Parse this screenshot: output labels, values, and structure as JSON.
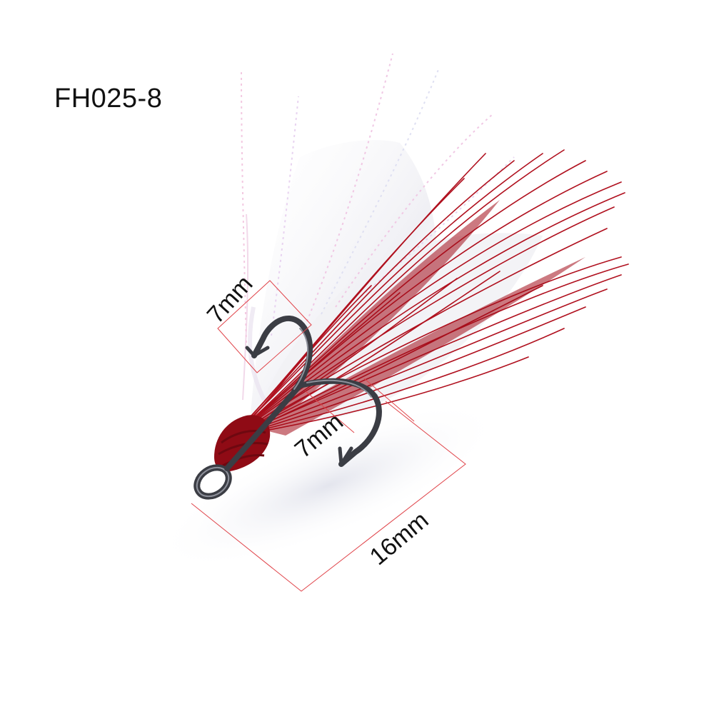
{
  "product": {
    "model_code": "FH025-8"
  },
  "dimensions": {
    "hook_gap_upper": "7mm",
    "hook_gap_lower": "7mm",
    "hook_length": "16mm"
  },
  "colors": {
    "feather_red": "#b0101e",
    "feather_white": "#f4f4f6",
    "hook_metal": "#3b3d44",
    "dimension_line": "#e0444a"
  }
}
